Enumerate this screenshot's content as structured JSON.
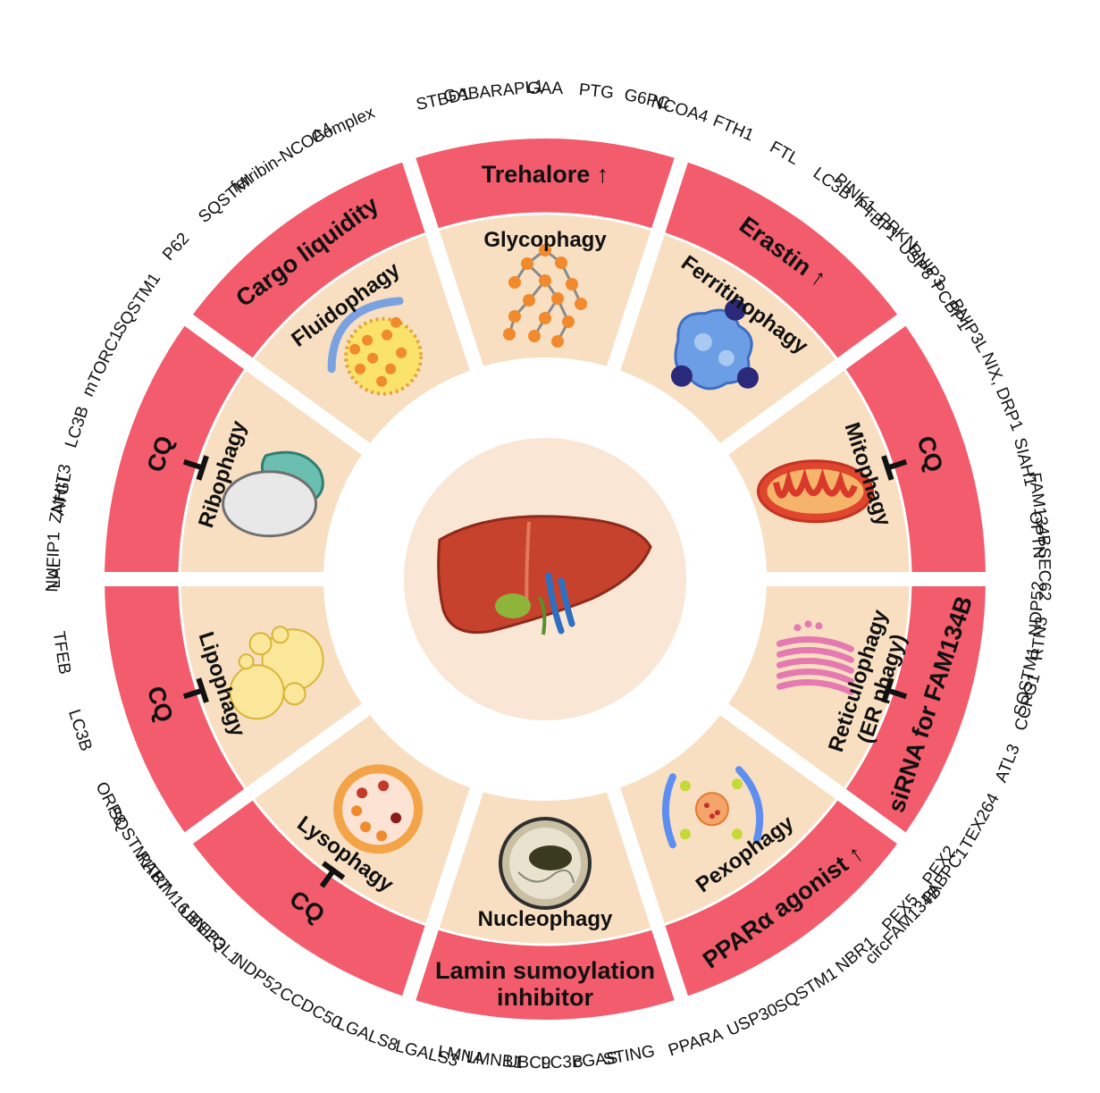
{
  "center": {
    "organ_icon": "liver-icon"
  },
  "colors": {
    "outer_ring": "#f25c6c",
    "inner_ring": "#f8dfc2",
    "center_disc": "#f9e6d5",
    "gap": "#ffffff"
  },
  "sectors": [
    {
      "id": "glycophagy",
      "name": "Glycophagy",
      "regulator": "Trehalore ↑",
      "inhibit": false,
      "icon": "glycogen-icon",
      "genes": [
        "STBD1",
        "GABARAPL1",
        "GAA",
        "PTG",
        "G6PC"
      ]
    },
    {
      "id": "ferritinophagy",
      "name": "Ferritinophagy",
      "regulator": "Erastin ↑",
      "inhibit": false,
      "icon": "ferritin-icon",
      "genes": [
        "NCOA4",
        "FTH1",
        "FTL",
        "LC3B",
        "PTBP1",
        "USP8",
        "PCBP1"
      ]
    },
    {
      "id": "mitophagy",
      "name": "Mitophagy",
      "regulator": "CQ",
      "inhibit": true,
      "icon": "mitochondrion-icon",
      "genes": [
        "PINK1, PRKN",
        "BNIP3",
        "BNIP3L",
        "NIX, DRP1",
        "SIAH1",
        "OPTN",
        "NDP52",
        "SQSTM1"
      ]
    },
    {
      "id": "reticulophagy",
      "name": "Reticulophagy",
      "name2": "(ER phagy)",
      "regulator": "siRNA for FAM134B",
      "inhibit": true,
      "icon": "endoplasmic-reticulum-icon",
      "genes": [
        "FAM134B",
        "SEC62",
        "RTN3",
        "CCPG1",
        "ATL3",
        "TEX264",
        "PABPC1",
        "circFAM134B"
      ]
    },
    {
      "id": "pexophagy",
      "name": "Pexophagy",
      "regulator": "PPARα agonist ↑",
      "inhibit": false,
      "icon": "peroxisome-icon",
      "genes": [
        "PEX2",
        "PEX5",
        "NBR1",
        "SQSTM1",
        "USP30",
        "PPARA"
      ]
    },
    {
      "id": "nucleophagy",
      "name": "Nucleophagy",
      "regulator": "Lamin sumoylation",
      "regulator2": "inhibitor",
      "inhibit": false,
      "icon": "nucleus-icon",
      "genes": [
        "STING",
        "cGAS",
        "LC3B",
        "UBC9",
        "LMNB1",
        "LMNA"
      ]
    },
    {
      "id": "lysophagy",
      "name": "Lysophagy",
      "regulator": "CQ",
      "inhibit": true,
      "icon": "lysosome-icon",
      "genes": [
        "LGALS3",
        "LGALS8",
        "CCDC50",
        "NDP52",
        "UBE2QL1",
        "TRIM16",
        "SQSTM1"
      ]
    },
    {
      "id": "lipophagy",
      "name": "Lipophagy",
      "regulator": "CQ",
      "inhibit": true,
      "icon": "lipid-droplet-icon",
      "genes": [
        "BNIP3",
        "RAB7",
        "ORP8",
        "LC3B",
        "TFEB",
        "LAL",
        "ATGL"
      ]
    },
    {
      "id": "ribophagy",
      "name": "Ribophagy",
      "regulator": "CQ",
      "inhibit": true,
      "icon": "ribosome-icon",
      "genes": [
        "NUFIP1",
        "ZNHIT3",
        "LC3B",
        "mTORC1",
        "SQSTM1"
      ]
    },
    {
      "id": "fluidophagy",
      "name": "Fluidophagy",
      "regulator": "Cargo liquidity",
      "inhibit": false,
      "icon": "liquid-droplet-icon",
      "genes": [
        "P62",
        "SQSTMI",
        "ferribin-NCOA4",
        "Complex"
      ]
    }
  ]
}
